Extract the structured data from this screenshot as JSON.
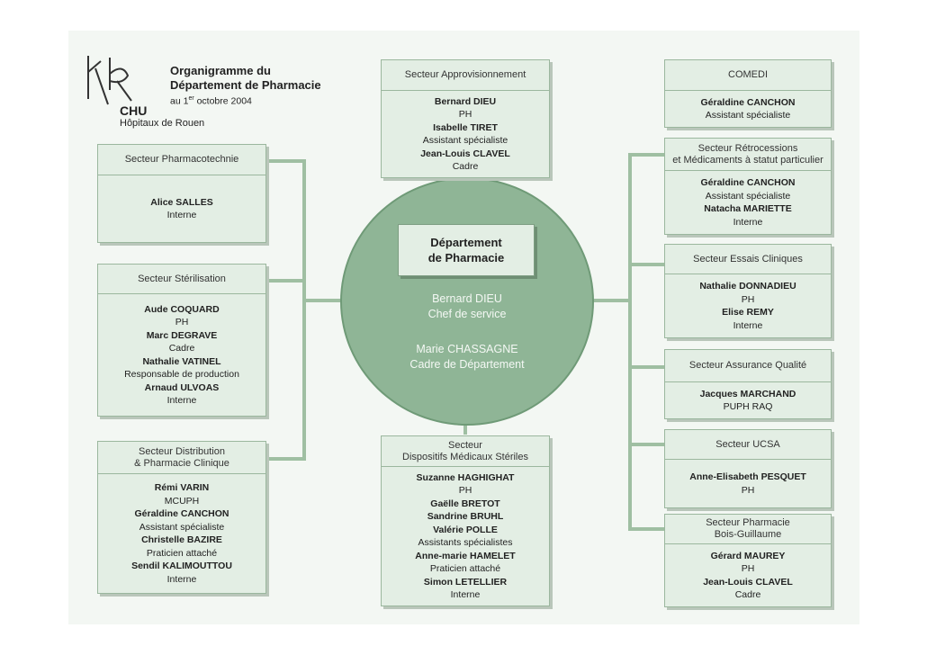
{
  "title": {
    "line1": "Organigramme du",
    "line2": "Département de Pharmacie",
    "date_prefix": "au 1",
    "date_sup": "er",
    "date_suffix": " octobre 2004"
  },
  "logo": {
    "name": "CHU",
    "subtitle": "Hôpitaux de Rouen",
    "icon": "chu-rouen-logo-icon"
  },
  "center": {
    "dept_line1": "Département",
    "dept_line2": "de Pharmacie",
    "chief_name": "Bernard DIEU",
    "chief_role": "Chef de service",
    "manager_name": "Marie CHASSAGNE",
    "manager_role": "Cadre de Département"
  },
  "colors": {
    "box_fill": "#e3eee4",
    "circle_fill": "#8fb596",
    "connector": "#9fbfa2",
    "background": "#f3f7f3"
  },
  "sectors": {
    "pharmacotechnie": {
      "header": [
        "Secteur Pharmacotechnie"
      ],
      "lines": [
        {
          "text": "Alice SALLES",
          "bold": true
        },
        {
          "text": "Interne",
          "bold": false
        }
      ]
    },
    "sterilisation": {
      "header": [
        "Secteur Stérilisation"
      ],
      "lines": [
        {
          "text": "Aude COQUARD",
          "bold": true
        },
        {
          "text": "PH",
          "bold": false
        },
        {
          "text": "Marc DEGRAVE",
          "bold": true
        },
        {
          "text": "Cadre",
          "bold": false
        },
        {
          "text": "Nathalie VATINEL",
          "bold": true
        },
        {
          "text": "Responsable de production",
          "bold": false
        },
        {
          "text": "Arnaud ULVOAS",
          "bold": true
        },
        {
          "text": "Interne",
          "bold": false
        }
      ]
    },
    "distribution": {
      "header": [
        "Secteur Distribution",
        "& Pharmacie Clinique"
      ],
      "lines": [
        {
          "text": "Rémi VARIN",
          "bold": true
        },
        {
          "text": "MCUPH",
          "bold": false
        },
        {
          "text": "Géraldine CANCHON",
          "bold": true
        },
        {
          "text": "Assistant spécialiste",
          "bold": false
        },
        {
          "text": "Christelle BAZIRE",
          "bold": true
        },
        {
          "text": "Praticien attaché",
          "bold": false
        },
        {
          "text": "Sendil KALIMOUTTOU",
          "bold": true
        },
        {
          "text": "Interne",
          "bold": false
        }
      ]
    },
    "approvisionnement": {
      "header": [
        "Secteur Approvisionnement"
      ],
      "lines": [
        {
          "text": "Bernard DIEU",
          "bold": true
        },
        {
          "text": "PH",
          "bold": false
        },
        {
          "text": "Isabelle TIRET",
          "bold": true
        },
        {
          "text": "Assistant spécialiste",
          "bold": false
        },
        {
          "text": "Jean-Louis CLAVEL",
          "bold": true
        },
        {
          "text": "Cadre",
          "bold": false
        }
      ]
    },
    "dispositifs": {
      "header": [
        "Secteur",
        "Dispositifs Médicaux Stériles"
      ],
      "lines": [
        {
          "text": "Suzanne HAGHIGHAT",
          "bold": true
        },
        {
          "text": "PH",
          "bold": false
        },
        {
          "text": "Gaëlle BRETOT",
          "bold": true
        },
        {
          "text": "Sandrine BRUHL",
          "bold": true
        },
        {
          "text": "Valérie POLLE",
          "bold": true
        },
        {
          "text": "Assistants spécialistes",
          "bold": false
        },
        {
          "text": "Anne-marie HAMELET",
          "bold": true
        },
        {
          "text": "Praticien attaché",
          "bold": false
        },
        {
          "text": "Simon LETELLIER",
          "bold": true
        },
        {
          "text": "Interne",
          "bold": false
        }
      ]
    },
    "comedi": {
      "header": [
        "COMEDI"
      ],
      "lines": [
        {
          "text": "Géraldine CANCHON",
          "bold": true
        },
        {
          "text": "Assistant spécialiste",
          "bold": false
        }
      ]
    },
    "retrocessions": {
      "header": [
        "Secteur Rétrocessions",
        "et Médicaments à statut particulier"
      ],
      "lines": [
        {
          "text": "Géraldine CANCHON",
          "bold": true
        },
        {
          "text": "Assistant spécialiste",
          "bold": false
        },
        {
          "text": "Natacha MARIETTE",
          "bold": true
        },
        {
          "text": "Interne",
          "bold": false
        }
      ]
    },
    "essais": {
      "header": [
        "Secteur Essais Cliniques"
      ],
      "lines": [
        {
          "text": "Nathalie DONNADIEU",
          "bold": true
        },
        {
          "text": "PH",
          "bold": false
        },
        {
          "text": "Elise REMY",
          "bold": true
        },
        {
          "text": "Interne",
          "bold": false
        }
      ]
    },
    "qualite": {
      "header": [
        "Secteur Assurance Qualité"
      ],
      "lines": [
        {
          "text": "Jacques MARCHAND",
          "bold": true
        },
        {
          "text": "PUPH  RAQ",
          "bold": false
        }
      ]
    },
    "ucsa": {
      "header": [
        "Secteur UCSA"
      ],
      "lines": [
        {
          "text": "Anne-Elisabeth PESQUET",
          "bold": true
        },
        {
          "text": "PH",
          "bold": false
        }
      ]
    },
    "bois_guillaume": {
      "header": [
        "Secteur Pharmacie",
        "Bois-Guillaume"
      ],
      "lines": [
        {
          "text": "Gérard MAUREY",
          "bold": true
        },
        {
          "text": "PH",
          "bold": false
        },
        {
          "text": "Jean-Louis CLAVEL",
          "bold": true
        },
        {
          "text": "Cadre",
          "bold": false
        }
      ]
    }
  }
}
